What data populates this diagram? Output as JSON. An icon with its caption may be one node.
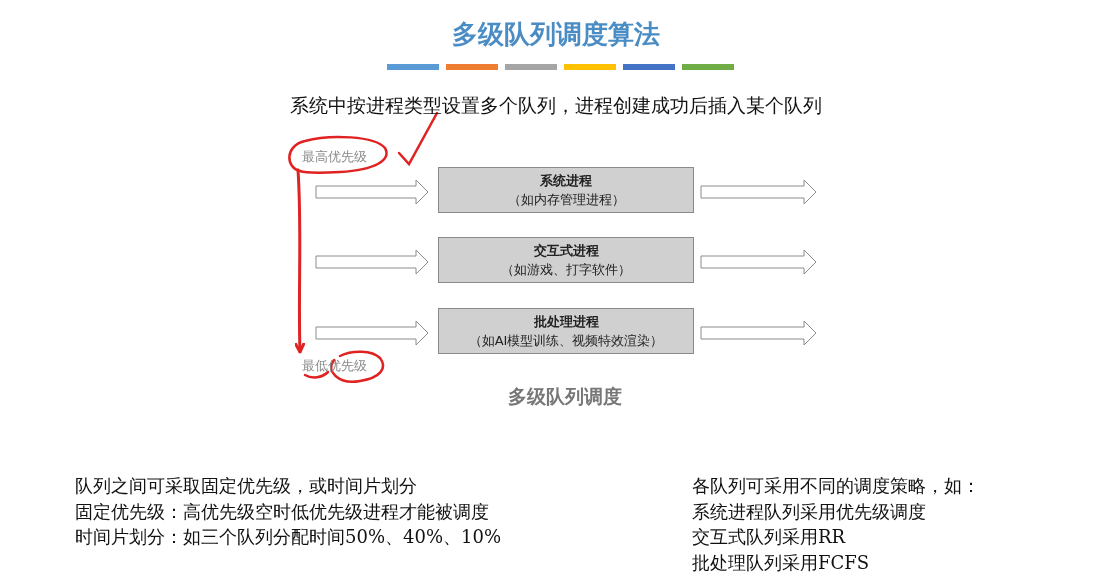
{
  "diagram": {
    "title": "多级队列调度算法",
    "caption": "多级队列调度",
    "nodes": [
      {
        "text": [
          "系统进程",
          "（如内存管理进程）"
        ]
      },
      {
        "text": [
          "交互式进程",
          "（如游戏、打字软件）"
        ]
      },
      {
        "text": [
          "批处理进程",
          "（如AI模型训练、视频特效渲染）"
        ]
      },
      {
        "text": [
          "最高优先级"
        ]
      },
      {
        "text": [
          "最低优先级"
        ]
      }
    ],
    "edges": [
      {
        "from": null,
        "to": 0,
        "arrow": "to"
      },
      {
        "from": 0,
        "to": null,
        "arrow": "to"
      },
      {
        "from": null,
        "to": 1,
        "arrow": "to"
      },
      {
        "from": 1,
        "to": null,
        "arrow": "to"
      },
      {
        "from": null,
        "to": 2,
        "arrow": "to"
      },
      {
        "from": 2,
        "to": null,
        "arrow": "to"
      },
      {
        "from": 3,
        "to": 4,
        "arrow": "to",
        "color": "#e02222"
      }
    ],
    "labels": [
      "系统中按进程类型设置多个队列，进程创建成功后插入某个队列",
      "队列之间可采取固定优先级，或时间片划分",
      "固定优先级：高优先级空时低优先级进程才能被调度",
      "时间片划分：如三个队列分配时间50%、40%、10%",
      "各队列可采用不同的调度策略，如：",
      "系统进程队列采用优先级调度",
      "交互式队列采用RR",
      "批处理队列采用FCFS"
    ]
  }
}
